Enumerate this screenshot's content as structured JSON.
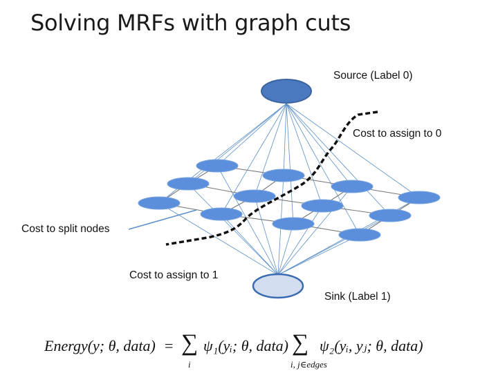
{
  "title": "Solving MRFs with graph cuts",
  "labels": {
    "source": "Source (Label 0)",
    "sink": "Sink (Label 1)",
    "cost_assign_0": "Cost to assign to 0",
    "cost_assign_1": "Cost to assign to 1",
    "cost_split": "Cost to split nodes"
  },
  "formula": {
    "lhs": "Energy(y; θ, data)",
    "equals": "=",
    "sum_symbol": "∑",
    "term1": "ψ₁(yᵢ; θ, data)",
    "term2": "ψ₂(yᵢ, yⱼ; θ, data)",
    "sub1": "i",
    "sub2": "i, j∈edges"
  },
  "colors": {
    "node_fill": "#5b8fdc",
    "source_fill": "#4a79c0",
    "sink_fill": "#cfdcef",
    "node_stroke": "#3a6bb0",
    "edge_color": "#5a8fc8",
    "grid_edge": "#777777",
    "cut_line": "#111111"
  }
}
